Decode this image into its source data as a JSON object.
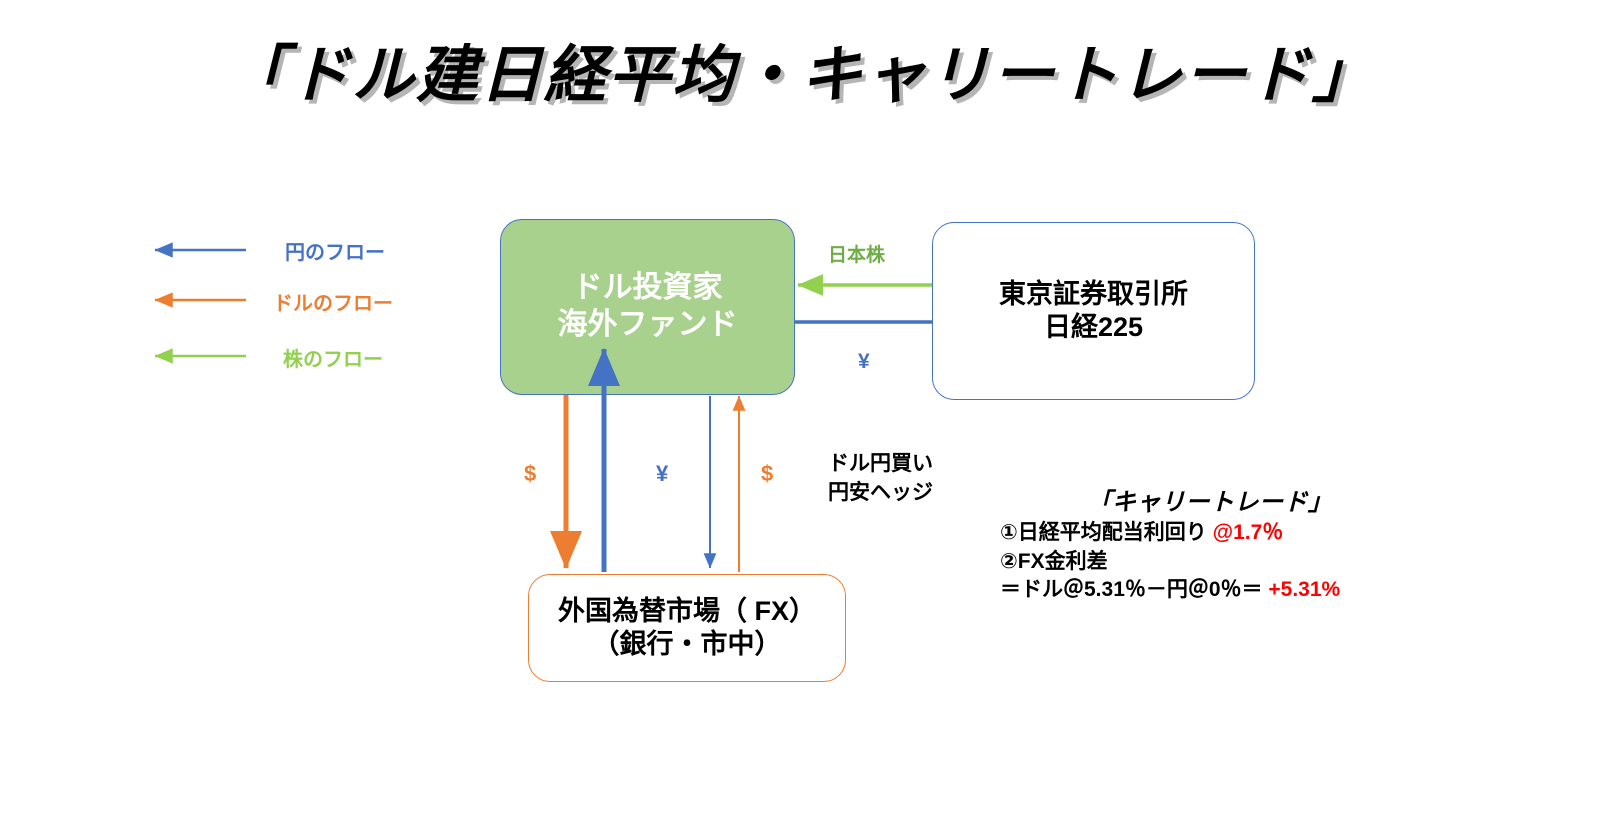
{
  "title": "「ドル建日経平均・キャリートレード」",
  "legend": {
    "items": [
      {
        "label": "円のフロー",
        "color": "#4472C4",
        "icon": "left-arrow-icon"
      },
      {
        "label": "ドルのフロー",
        "color": "#ED7D31",
        "icon": "left-arrow-icon"
      },
      {
        "label": "株のフロー",
        "color": "#92D050",
        "icon": "left-arrow-icon"
      }
    ]
  },
  "nodes": {
    "investor": {
      "line1": "ドル投資家",
      "line2": "海外ファンド",
      "fill": "#A9D18E",
      "border": "#4472C4",
      "text_color": "#FFFFFF"
    },
    "exchange": {
      "line1": "東京証券取引所",
      "line2": "日経225",
      "fill": "#FFFFFF",
      "border": "#4472C4",
      "text_color": "#000000"
    },
    "fx": {
      "line1": "外国為替市場（ FX）",
      "line2": "（銀行・市中）",
      "fill": "#FFFFFF",
      "border": "#ED7D31",
      "text_color": "#000000"
    }
  },
  "flows": {
    "stock_label": "日本株",
    "yen_horizontal_label": "¥",
    "usd_out_label": "$",
    "yen_in_label": "¥",
    "usd_in_label": "$",
    "hedge_line1": "ドル円買い",
    "hedge_line2": "円安ヘッジ"
  },
  "carry": {
    "heading": "「キャリートレード」",
    "line1_prefix": "①日経平均配当利回り ",
    "line1_value": "@1.7％",
    "line2": "②FX金利差",
    "line3_prefix": "＝ドル＠5.31％－円＠0％＝ ",
    "line3_value": "+5.31%"
  },
  "colors": {
    "yen": "#4472C4",
    "usd": "#ED7D31",
    "stock": "#92D050",
    "green_fill": "#A9D18E",
    "red": "#FF0000"
  }
}
